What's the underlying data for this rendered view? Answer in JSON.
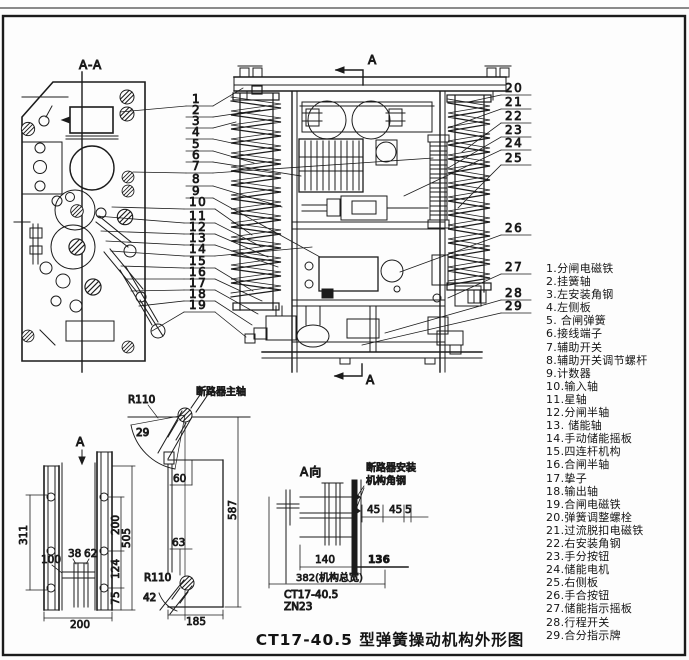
{
  "title": "CT17-40.5 型弹簧操动机构外形图",
  "labels": {
    "section_aa": "A-A",
    "section_a_top": "A",
    "section_a_bottom": "A",
    "front_a_pointer": "A",
    "view_a": "A向",
    "breaker_shaft": "断路器主轴",
    "mount_note1": "断路器安装",
    "mount_note2": "机构角钢",
    "model": "CT17-40.5",
    "breaker_model": "ZN23"
  },
  "dims": {
    "r110_top": "R110",
    "angle29": "29",
    "d311": "311",
    "d200_mid": "200",
    "d505": "505",
    "d38": "38",
    "d62": "62",
    "d100": "100",
    "d124": "124",
    "d75": "75",
    "d200_bot": "200",
    "d60": "60",
    "d587": "587",
    "d63": "63",
    "r110_bot": "R110",
    "d42": "42",
    "d185": "185",
    "d45a": "45",
    "d45b": "45",
    "d5": "5",
    "d140": "140",
    "d136": "136",
    "d382": "382(机构总宽)"
  },
  "callouts": [
    "1",
    "2",
    "3",
    "4",
    "5",
    "6",
    "7",
    "8",
    "9",
    "10",
    "11",
    "12",
    "13",
    "14",
    "15",
    "16",
    "17",
    "18",
    "19",
    "20",
    "21",
    "22",
    "23",
    "24",
    "25",
    "26",
    "27",
    "28",
    "29"
  ],
  "legend_items": [
    "1.分闸电磁铁",
    "2.挂簧轴",
    "3.左安装角钢",
    "4.左侧板",
    "5. 合闸弹簧",
    "6.接线端子",
    "7.辅助开关",
    "8.辅助开关调节螺杆",
    "9.计数器",
    "10.输入轴",
    "11.星轴",
    "12.分闸半轴",
    "13. 储能轴",
    "14.手动储能摇板",
    "15.四连杆机构",
    "16.合闸半轴",
    "17.挚子",
    "18.输出轴",
    "19.合闸电磁铁",
    "20.弹簧调整螺栓",
    "21.过流脱扣电磁铁",
    "22.右安装角钢",
    "23.手分按钮",
    "24.储能电机",
    "25.右侧板",
    "26.手合按钮",
    "27.储能指示摇板",
    "28.行程开关",
    "29.合分指示牌"
  ],
  "colors": {
    "ink": "#1b1b1b",
    "paper": "#fdfdfd",
    "rule": "#8a8a8a"
  }
}
